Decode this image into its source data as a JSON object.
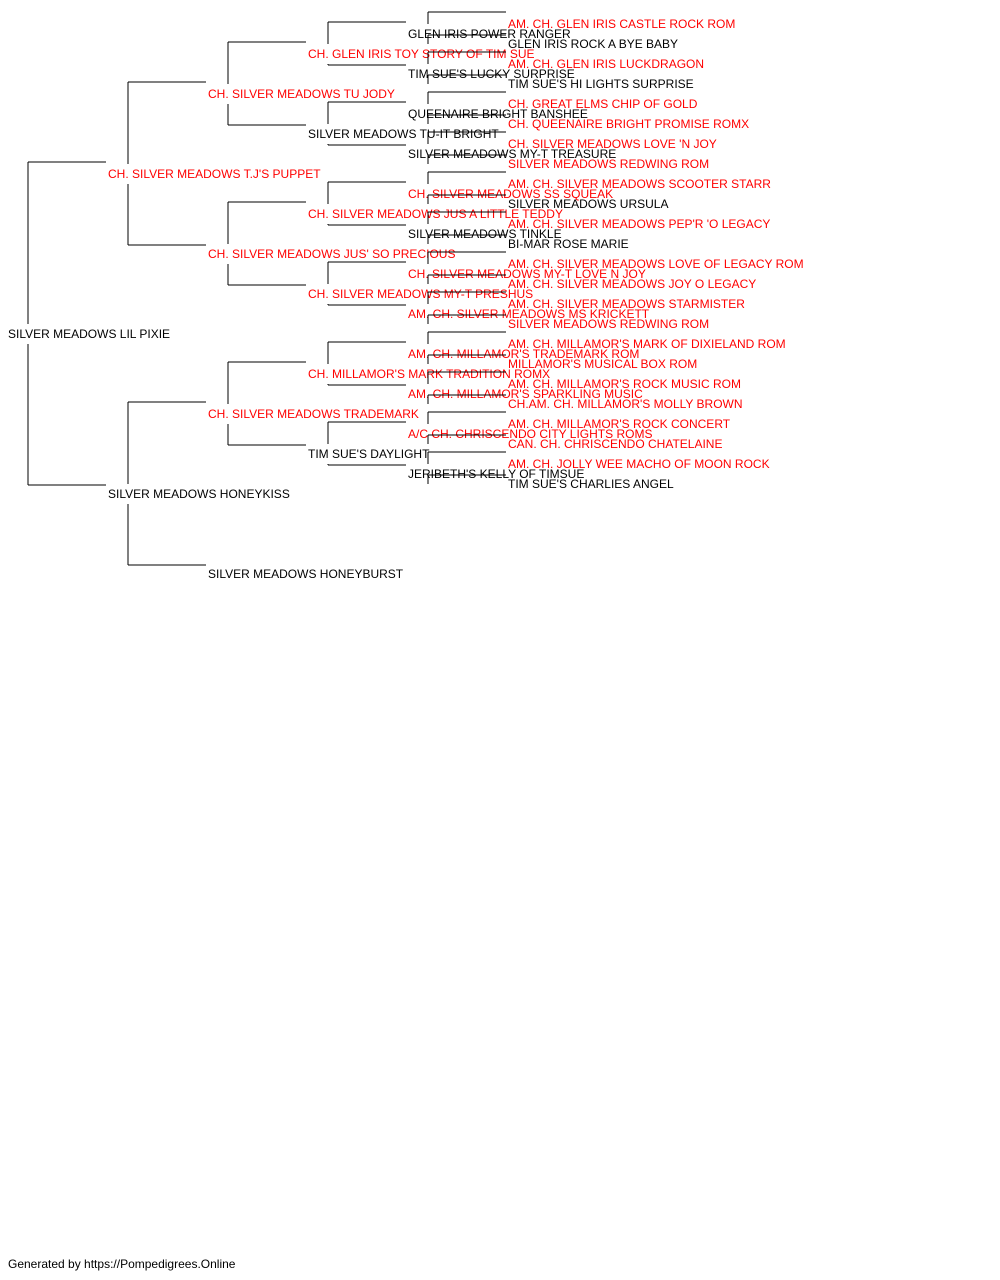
{
  "colors": {
    "champion": "#ff0000",
    "regular": "#000000",
    "lines": "#000000"
  },
  "pedigree": {
    "name": "SILVER MEADOWS LIL PIXIE",
    "champion": false,
    "sire": {
      "name": "CH. SILVER MEADOWS T.J'S PUPPET",
      "champion": true,
      "sire": {
        "name": "CH. SILVER MEADOWS TU JODY",
        "champion": true,
        "sire": {
          "name": "CH. GLEN IRIS TOY STORY OF TIM SUE",
          "champion": true,
          "sire": {
            "name": "GLEN IRIS POWER RANGER",
            "champion": false,
            "sire": {
              "name": "AM. CH. GLEN IRIS CASTLE ROCK ROM",
              "champion": true
            },
            "dam": {
              "name": "GLEN IRIS ROCK A BYE BABY",
              "champion": false
            }
          },
          "dam": {
            "name": "TIM SUE'S LUCKY SURPRISE",
            "champion": false,
            "sire": {
              "name": "AM. CH. GLEN IRIS LUCKDRAGON",
              "champion": true
            },
            "dam": {
              "name": "TIM SUE'S HI LIGHTS SURPRISE",
              "champion": false
            }
          }
        },
        "dam": {
          "name": "SILVER MEADOWS TU-IT BRIGHT",
          "champion": false,
          "sire": {
            "name": "QUEENAIRE BRIGHT BANSHEE",
            "champion": false,
            "sire": {
              "name": "CH. GREAT ELMS CHIP OF GOLD",
              "champion": true
            },
            "dam": {
              "name": "CH. QUEENAIRE BRIGHT PROMISE ROMX",
              "champion": true
            }
          },
          "dam": {
            "name": "SILVER MEADOWS MY-T TREASURE",
            "champion": false,
            "sire": {
              "name": "CH. SILVER MEADOWS LOVE 'N JOY",
              "champion": true
            },
            "dam": {
              "name": "SILVER MEADOWS REDWING ROM",
              "champion": true
            }
          }
        }
      },
      "dam": {
        "name": "CH. SILVER MEADOWS JUS' SO PRECIOUS",
        "champion": true,
        "sire": {
          "name": "CH. SILVER MEADOWS JUS A LITTLE TEDDY",
          "champion": true,
          "sire": {
            "name": "CH. SILVER MEADOWS SS SQUEAK",
            "champion": true,
            "sire": {
              "name": "AM. CH. SILVER MEADOWS SCOOTER STARR",
              "champion": true
            },
            "dam": {
              "name": "SILVER MEADOWS URSULA",
              "champion": false
            }
          },
          "dam": {
            "name": "SILVER MEADOWS TINKLE",
            "champion": false,
            "sire": {
              "name": "AM. CH. SILVER MEADOWS PEP'R 'O LEGACY",
              "champion": true
            },
            "dam": {
              "name": "BI-MAR ROSE MARIE",
              "champion": false
            }
          }
        },
        "dam": {
          "name": "CH. SILVER MEADOWS MY-T PRESHUS",
          "champion": true,
          "sire": {
            "name": "CH. SILVER MEADOWS MY-T LOVE N JOY",
            "champion": true,
            "sire": {
              "name": "AM. CH. SILVER MEADOWS LOVE OF LEGACY ROM",
              "champion": true
            },
            "dam": {
              "name": "AM. CH. SILVER MEADOWS JOY O LEGACY",
              "champion": true
            }
          },
          "dam": {
            "name": "AM. CH. SILVER MEADOWS MS KRICKETT",
            "champion": true,
            "sire": {
              "name": "AM. CH. SILVER MEADOWS STARMISTER",
              "champion": true
            },
            "dam": {
              "name": "SILVER MEADOWS REDWING ROM",
              "champion": true
            }
          }
        }
      }
    },
    "dam": {
      "name": "SILVER MEADOWS HONEYKISS",
      "champion": false,
      "sire": {
        "name": "CH. SILVER MEADOWS TRADEMARK",
        "champion": true,
        "sire": {
          "name": "CH. MILLAMOR'S MARK TRADITION ROMX",
          "champion": true,
          "sire": {
            "name": "AM. CH. MILLAMOR'S TRADEMARK ROM",
            "champion": true,
            "sire": {
              "name": "AM. CH. MILLAMOR'S MARK OF DIXIELAND ROM",
              "champion": true
            },
            "dam": {
              "name": "MILLAMOR'S MUSICAL BOX ROM",
              "champion": true
            }
          },
          "dam": {
            "name": "AM. CH. MILLAMOR'S SPARKLING MUSIC",
            "champion": true,
            "sire": {
              "name": "AM. CH. MILLAMOR'S ROCK MUSIC ROM",
              "champion": true
            },
            "dam": {
              "name": "CH.AM. CH. MILLAMOR'S MOLLY BROWN",
              "champion": true
            }
          }
        },
        "dam": {
          "name": "TIM SUE'S DAYLIGHT",
          "champion": false,
          "sire": {
            "name": "A/C CH. CHRISCENDO CITY LIGHTS ROMS",
            "champion": true,
            "sire": {
              "name": "AM. CH. MILLAMOR'S ROCK CONCERT",
              "champion": true
            },
            "dam": {
              "name": "CAN. CH. CHRISCENDO CHATELAINE",
              "champion": true
            }
          },
          "dam": {
            "name": "JERIBETH'S KELLY OF TIMSUE",
            "champion": false,
            "sire": {
              "name": "AM. CH. JOLLY WEE MACHO OF MOON ROCK",
              "champion": true
            },
            "dam": {
              "name": "TIM SUE'S CHARLIES ANGEL",
              "champion": false
            }
          }
        }
      },
      "dam": {
        "name": "SILVER MEADOWS HONEYBURST",
        "champion": false
      }
    }
  },
  "footer": {
    "text": "Generated by https://Pompedigrees.Online"
  }
}
